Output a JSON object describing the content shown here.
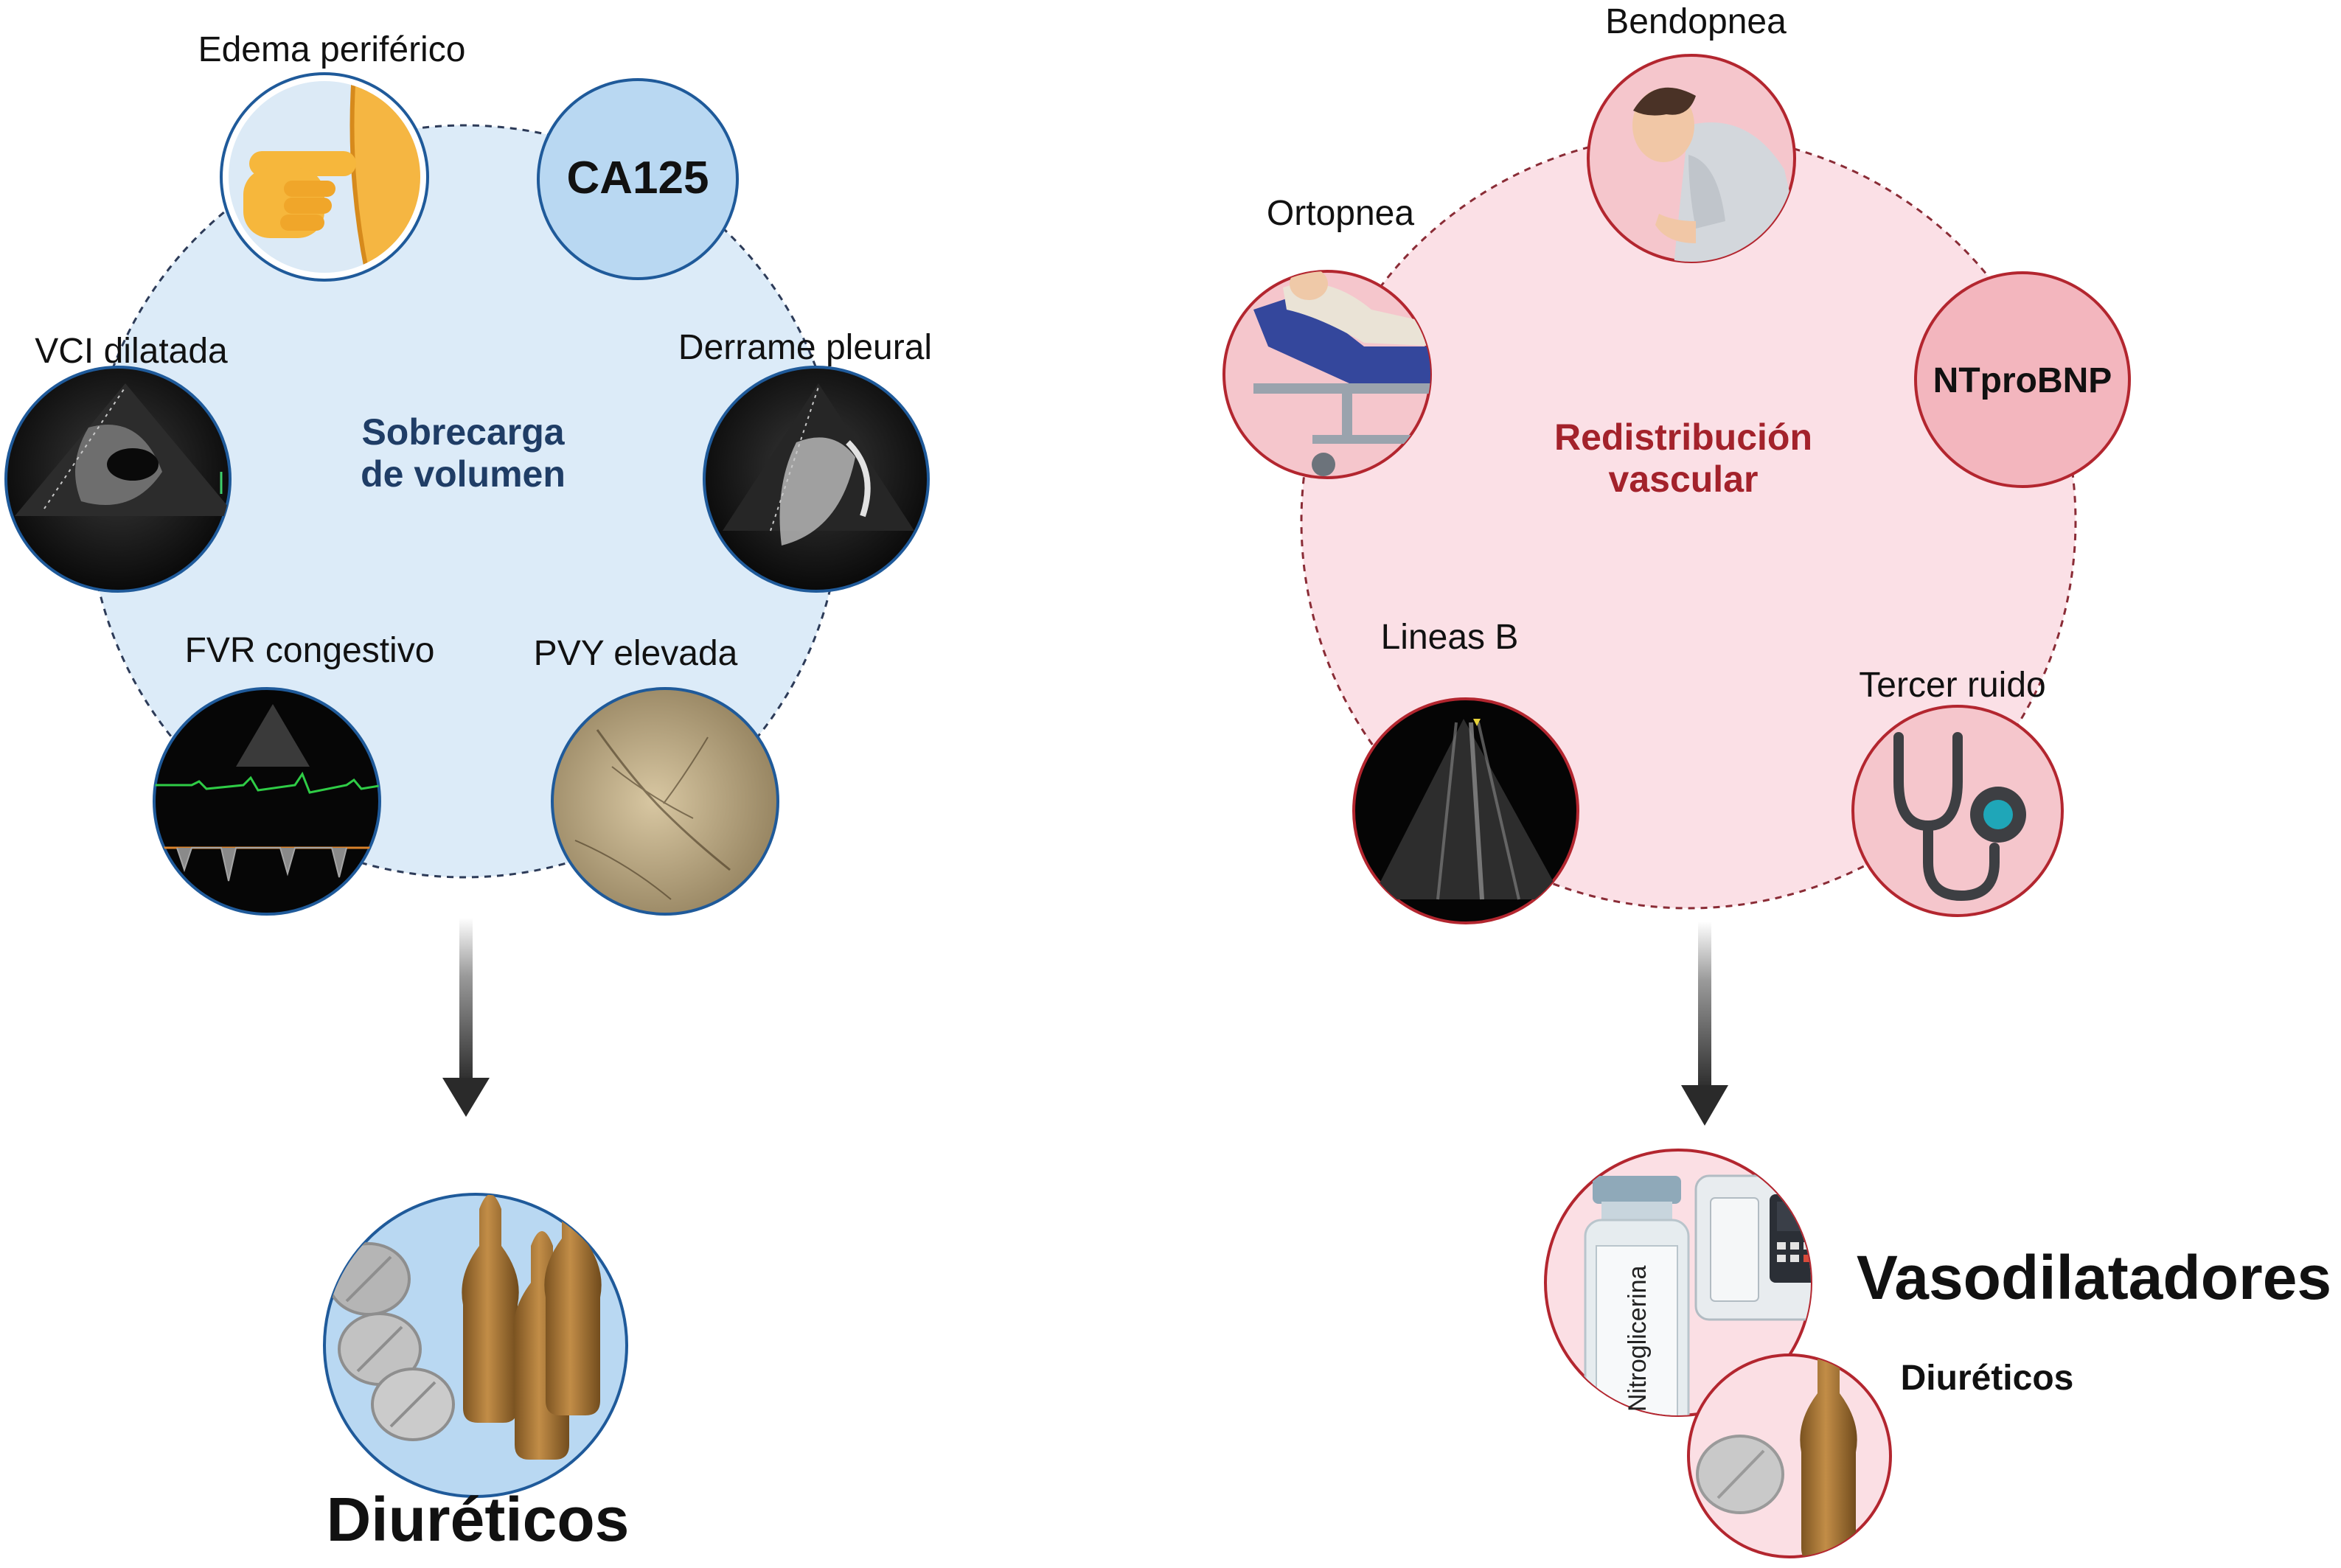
{
  "left": {
    "hub": [
      "Sobrecarga",
      "de volumen"
    ],
    "nodes": {
      "edema": "Edema periférico",
      "ca125": "CA125",
      "vci": "VCI dilatada",
      "derrame": "Derrame pleural",
      "fvr": "FVR congestivo",
      "pvy": "PVY elevada"
    },
    "treatment": "Diuréticos"
  },
  "right": {
    "hub": [
      "Redistribución",
      "vascular"
    ],
    "nodes": {
      "bendopnea": "Bendopnea",
      "ortopnea": "Ortopnea",
      "ntprobnp": "NTproBNP",
      "lineas_b": "Lineas B",
      "tercer_ruido": "Tercer ruido"
    },
    "treatment": "Vasodilatadores",
    "treatment_secondary": "Diuréticos",
    "vial_label": "Nitroglicerina"
  },
  "colors": {
    "left_fill": "#dcebf8",
    "left_node_fill": "#b9d8f2",
    "left_node_stroke": "#1f5a9a",
    "left_hub_text": "#1f3d66",
    "right_fill": "#fbe0e6",
    "right_node_fill": "#f3b6be",
    "right_node_stroke": "#b3262f",
    "right_hub_text": "#a3222b",
    "arrow": "#2a2a2a",
    "ampoule": "#a67333",
    "tablet": "#c9c9c9"
  }
}
